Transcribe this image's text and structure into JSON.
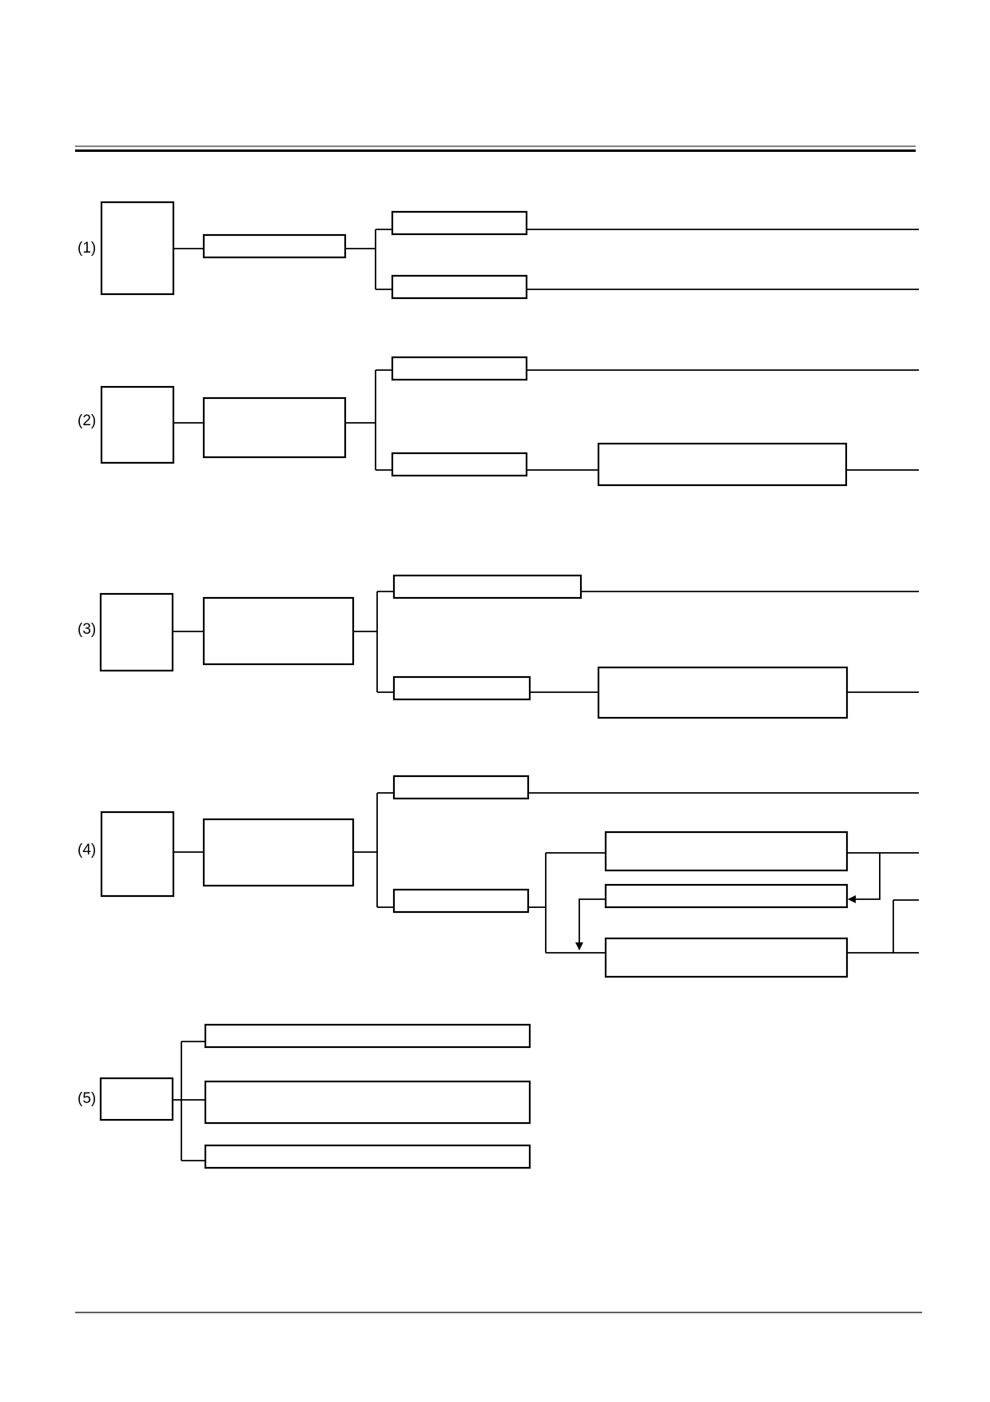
{
  "groups": [
    {
      "label": "(1)"
    },
    {
      "label": "(2)"
    },
    {
      "label": "(3)"
    },
    {
      "label": "(4)"
    },
    {
      "label": "(5)"
    }
  ]
}
